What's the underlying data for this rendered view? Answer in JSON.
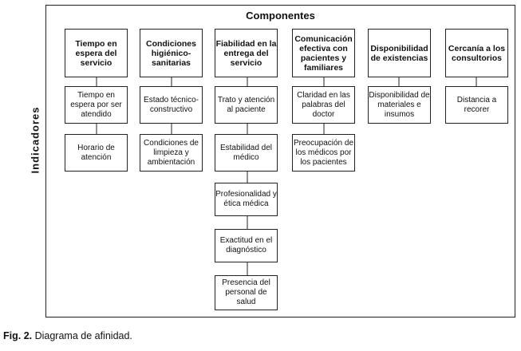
{
  "title": "Componentes",
  "side_label": "Indicadores",
  "components": [
    {
      "label": "Tiempo en espera del servicio",
      "indicators": [
        "Tiempo en espera por ser atendido",
        "Horario de atención"
      ]
    },
    {
      "label": "Condiciones higiénico-sanitarias",
      "indicators": [
        "Estado técnico-constructivo",
        "Condiciones de limpieza y ambientación"
      ]
    },
    {
      "label": "Fiabilidad en la entrega del servicio",
      "indicators": [
        "Trato y atención al paciente",
        "Estabilidad del médico",
        "Profesionalidad y ética médica",
        "Exactitud en el diagnóstico",
        "Presencia del personal de salud"
      ]
    },
    {
      "label": "Comunicación efectiva con pacientes y familiares",
      "indicators": [
        "Claridad en las palabras del doctor",
        "Preocupación de los médicos por los pacientes"
      ]
    },
    {
      "label": "Disponibilidad de existencias",
      "indicators": [
        "Disponibilidad de materiales e insumos"
      ]
    },
    {
      "label": "Cercanía a los consultorios",
      "indicators": [
        "Distancia a recorer"
      ]
    }
  ],
  "caption": {
    "label": "Fig. 2.",
    "text": " Diagrama de afinidad."
  }
}
